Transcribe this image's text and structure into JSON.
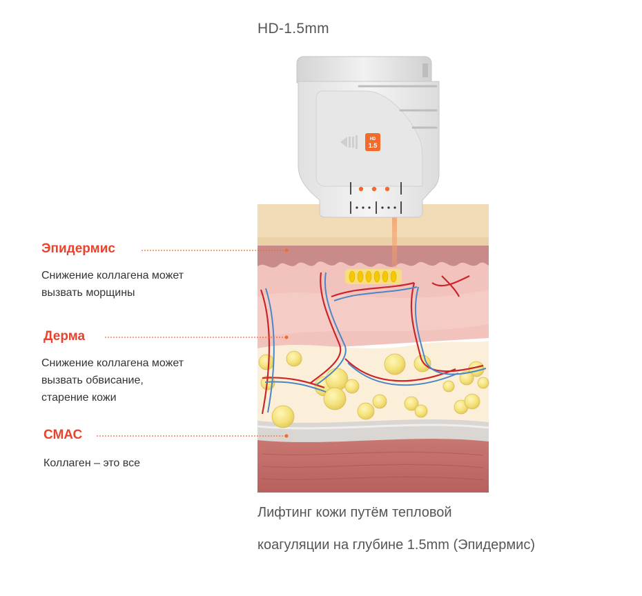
{
  "title": "HD-1.5mm",
  "device": {
    "badge_top": "HD",
    "badge_bottom": "1.5"
  },
  "layers": [
    {
      "name": "Эпидермис",
      "lines": [
        "Снижение коллагена может",
        "вызвать морщины"
      ]
    },
    {
      "name": "Дерма",
      "lines": [
        "Снижение коллагена может",
        "вызвать обвисание,",
        "старение кожи"
      ]
    },
    {
      "name": "СМАС",
      "lines": [
        "Коллаген – это все"
      ]
    }
  ],
  "caption": {
    "line1": "Лифтинг кожи путём тепловой",
    "line2": "коагуляции на глубине 1.5mm (Эпидермис)"
  },
  "colors": {
    "accent": "#e8432c",
    "badge": "#f26b2a",
    "label_dot": "#f26b2a"
  }
}
